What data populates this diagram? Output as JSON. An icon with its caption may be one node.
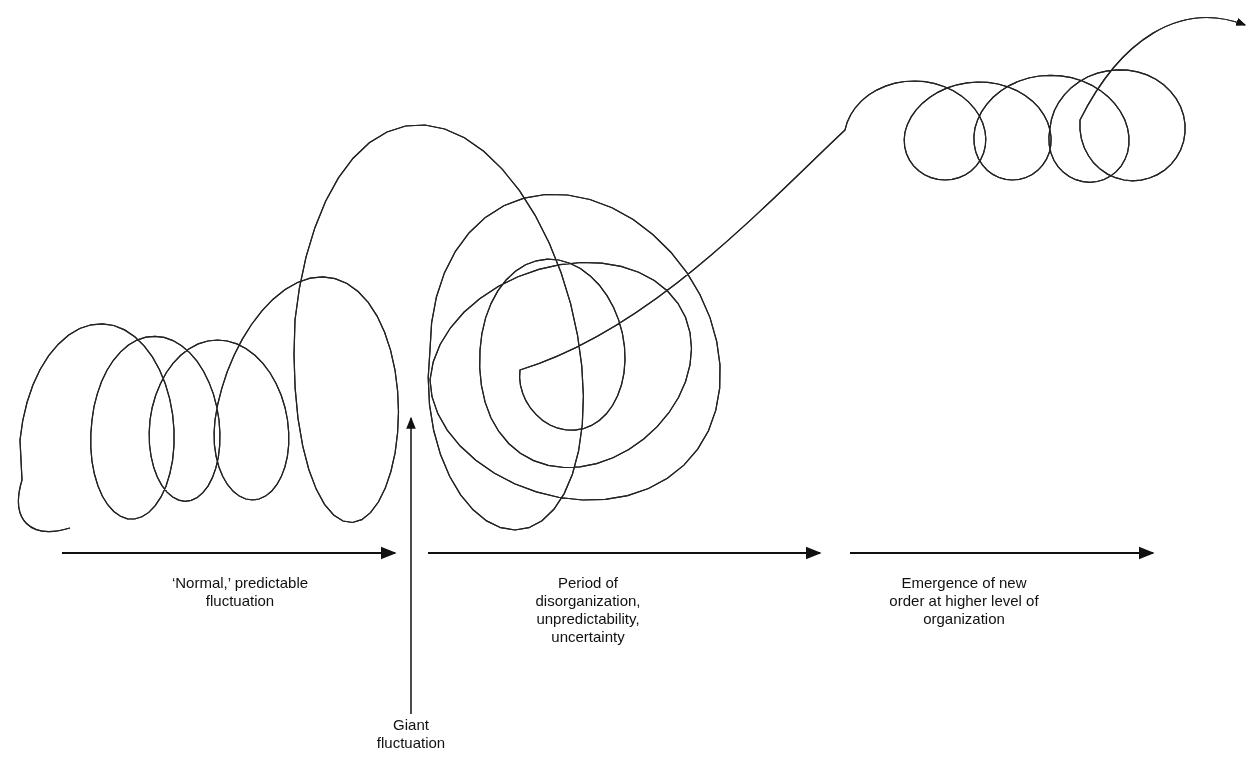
{
  "diagram": {
    "nodes": [
      {
        "text": [
          "Giant fluctuation"
        ]
      },
      {
        "text": [],
        "shape": "picture"
      }
    ],
    "edges": [
      {
        "from": 0,
        "to": 1,
        "arrow": "to"
      }
    ],
    "labels": [
      "‘Normal,’ predictable fluctuation",
      "Period of disorganization, unpredictability, uncertainty",
      "Emergence of new order at higher level of organization"
    ]
  }
}
